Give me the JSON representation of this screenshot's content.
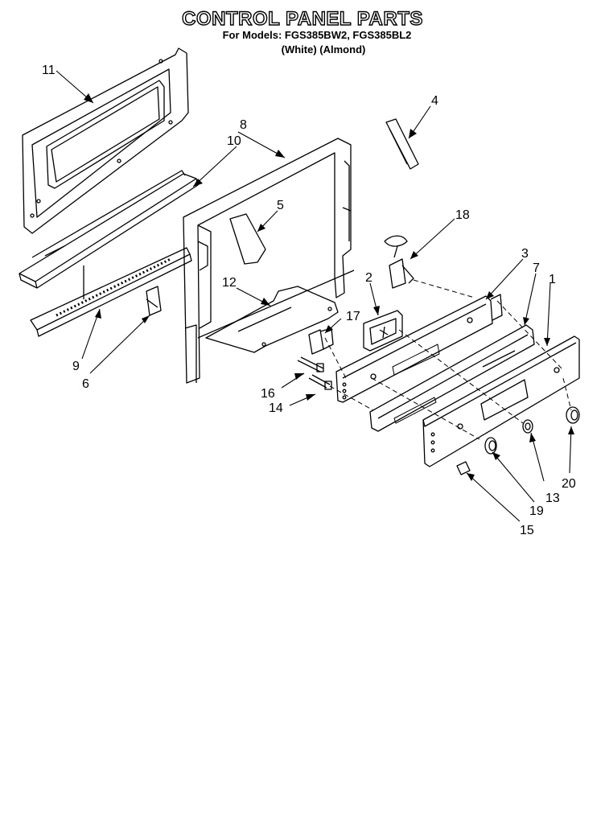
{
  "header": {
    "title": "CONTROL PANEL PARTS",
    "subtitle": "For Models: FGS385BW2, FGS385BL2",
    "colors": "(White)    (Almond)"
  },
  "callouts": [
    "1",
    "2",
    "3",
    "4",
    "5",
    "6",
    "7",
    "8",
    "9",
    "10",
    "11",
    "12",
    "13",
    "14",
    "15",
    "16",
    "17",
    "18",
    "19",
    "20"
  ],
  "colors": {
    "line": "#000000",
    "background": "#ffffff"
  }
}
